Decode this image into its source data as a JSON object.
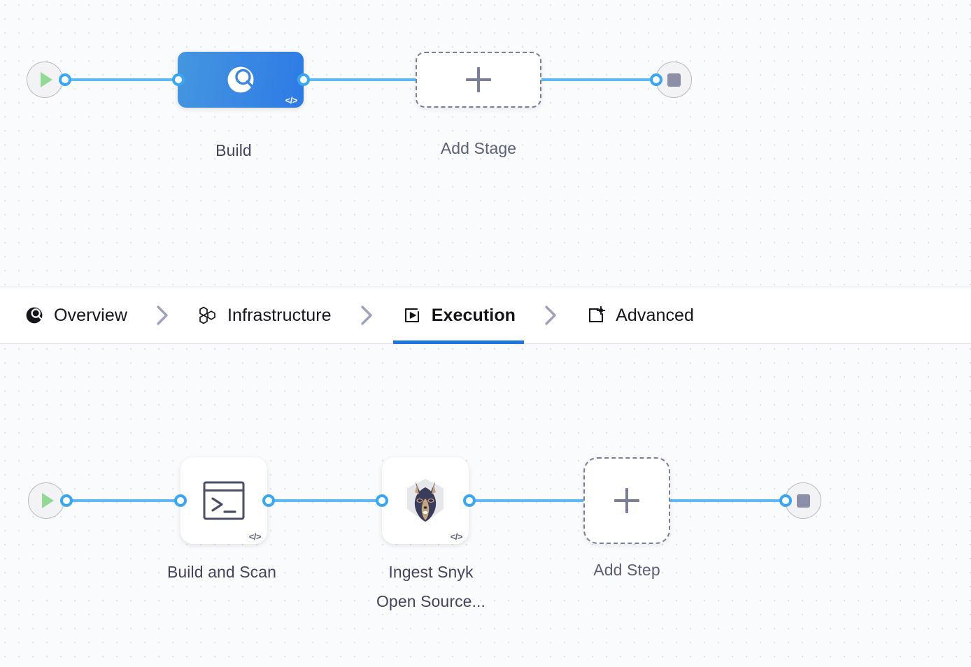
{
  "canvas": {
    "background_color": "#fafbfc",
    "dot_color": "#dcdfe8",
    "wire_color": "#5fb9f5",
    "port_color": "#3ba7f0"
  },
  "stage_graph": {
    "start_node": {
      "icon": "play-icon",
      "name": "pipeline-start"
    },
    "end_node": {
      "icon": "stop-icon",
      "name": "pipeline-end"
    },
    "nodes": [
      {
        "id": "build-stage",
        "label": "Build",
        "icon": "build-scan-icon",
        "badge": "</>",
        "selected": true,
        "type": "stage"
      },
      {
        "id": "add-stage",
        "label": "Add Stage",
        "icon": "plus-icon",
        "type": "add"
      }
    ]
  },
  "tabs": {
    "items": [
      {
        "id": "overview",
        "label": "Overview",
        "icon": "overview-icon",
        "active": false
      },
      {
        "id": "infrastructure",
        "label": "Infrastructure",
        "icon": "infrastructure-icon",
        "active": false
      },
      {
        "id": "execution",
        "label": "Execution",
        "icon": "execution-icon",
        "active": true
      },
      {
        "id": "advanced",
        "label": "Advanced",
        "icon": "advanced-icon",
        "active": false
      }
    ],
    "separator_icon": "chevron-right-icon",
    "active_underline_color": "#1d76e0"
  },
  "step_graph": {
    "start_node": {
      "icon": "play-icon",
      "name": "execution-start"
    },
    "end_node": {
      "icon": "stop-icon",
      "name": "execution-end"
    },
    "nodes": [
      {
        "id": "build-and-scan",
        "label": "Build and Scan",
        "icon": "terminal-icon",
        "badge": "</>",
        "type": "step"
      },
      {
        "id": "ingest-snyk",
        "label": "Ingest Snyk\nOpen Source...",
        "icon": "snyk-logo-icon",
        "badge": "</>",
        "type": "step"
      },
      {
        "id": "add-step",
        "label": "Add Step",
        "icon": "plus-icon",
        "type": "add"
      }
    ]
  }
}
